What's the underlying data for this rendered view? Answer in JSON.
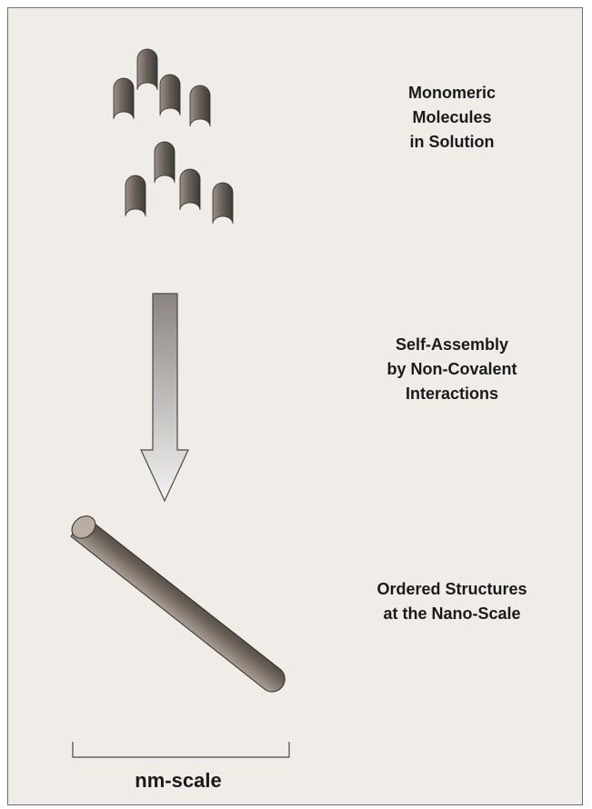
{
  "labels": {
    "monomers": [
      "Monomeric",
      "Molecules",
      "in Solution"
    ],
    "assembly": [
      "Self-Assembly",
      "by Non-Covalent",
      "Interactions"
    ],
    "ordered": [
      "Ordered Structures",
      "at the Nano-Scale"
    ]
  },
  "scale_bar": {
    "label": "nm-scale"
  },
  "colors": {
    "background": "#f0ede9",
    "frame_border": "#6e6e6e",
    "molecule_dark": "#3f3a35",
    "molecule_light": "#9a918a",
    "arrow_top": "#8a8580",
    "arrow_bottom": "#f2f2f2",
    "text": "#1a1a1a"
  },
  "icons": {
    "monomer": "half-pipe-molecule-icon",
    "arrow": "down-arrow-icon",
    "rod": "nanorod-icon"
  }
}
